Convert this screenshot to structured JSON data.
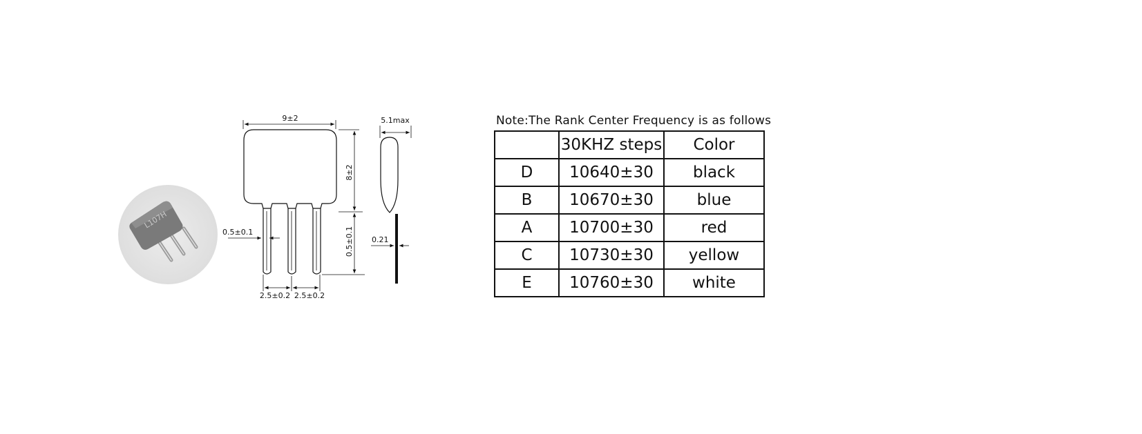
{
  "component": {
    "marking": "L107H",
    "body_color": "#7a7a7a",
    "backdrop_color": "#e3e3e3"
  },
  "dimensions": {
    "width": "9±2",
    "height": "8±2",
    "thickness": "5.1max",
    "lead_width": "0.5±0.1",
    "lead_length": "0.5±0.1",
    "lead_thickness": "0.21",
    "pitch_left": "2.5±0.2",
    "pitch_right": "2.5±0.2"
  },
  "note": "Note:The Rank Center Frequency is as follows",
  "table": {
    "headers": [
      "",
      "30KHZ steps",
      "Color"
    ],
    "rows": [
      [
        "D",
        "10640±30",
        "black"
      ],
      [
        "B",
        "10670±30",
        "blue"
      ],
      [
        "A",
        "10700±30",
        "red"
      ],
      [
        "C",
        "10730±30",
        "yellow"
      ],
      [
        "E",
        "10760±30",
        "white"
      ]
    ]
  }
}
